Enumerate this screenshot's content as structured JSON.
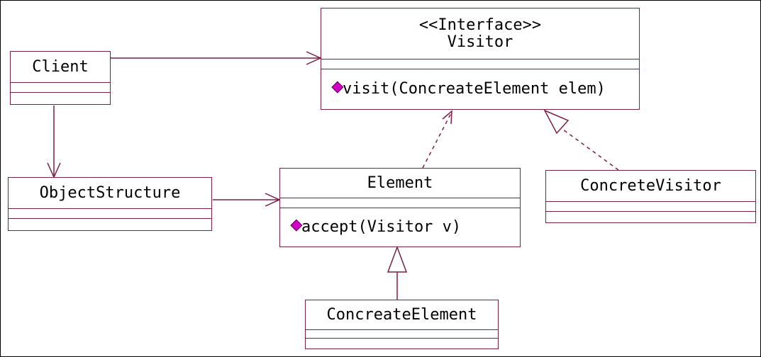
{
  "diagram": {
    "classes": {
      "client": {
        "name": "Client"
      },
      "visitor": {
        "stereotype": "<<Interface>>",
        "name": "Visitor",
        "operation": "visit(ConcreateElement elem)"
      },
      "object_structure": {
        "name": "ObjectStructure"
      },
      "element": {
        "name": "Element",
        "operation": "accept(Visitor v)"
      },
      "concrete_visitor": {
        "name": "ConcreteVisitor"
      },
      "concreate_element": {
        "name": "ConcreateElement"
      }
    },
    "relationships": [
      {
        "from": "Client",
        "to": "Visitor",
        "type": "association"
      },
      {
        "from": "Client",
        "to": "ObjectStructure",
        "type": "association"
      },
      {
        "from": "ObjectStructure",
        "to": "Element",
        "type": "association"
      },
      {
        "from": "Element",
        "to": "Visitor",
        "type": "dependency"
      },
      {
        "from": "ConcreteVisitor",
        "to": "Visitor",
        "type": "realization"
      },
      {
        "from": "ConcreateElement",
        "to": "Element",
        "type": "generalization"
      }
    ],
    "colors": {
      "line": "#7a1f45",
      "operation_icon": "#d400c8",
      "frame": "#000000"
    }
  }
}
